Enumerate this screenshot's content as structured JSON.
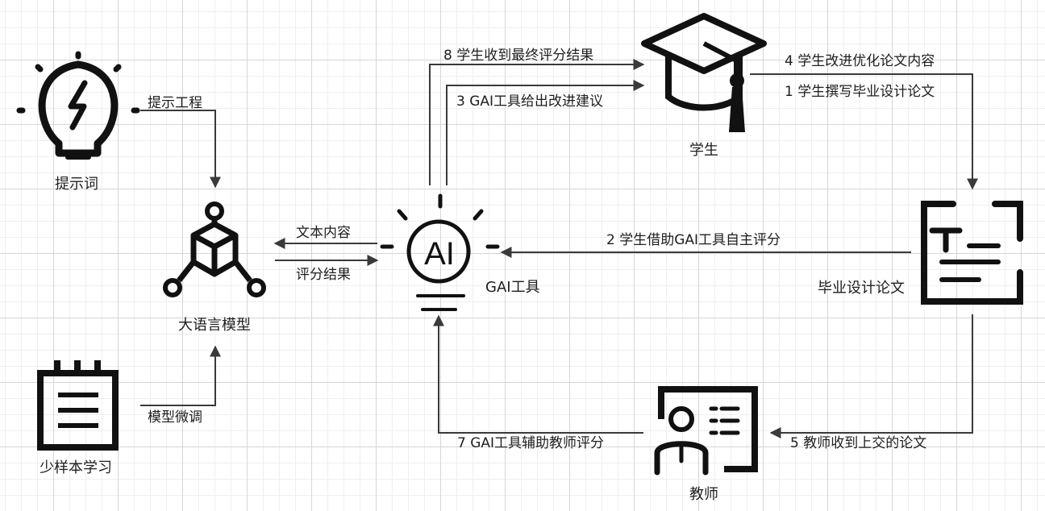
{
  "nodes": {
    "prompt": "提示词",
    "llm": "大语言模型",
    "fewshot": "少样本学习",
    "gai": "GAI工具",
    "gai_mark": "AI",
    "student": "学生",
    "thesis": "毕业设计论文",
    "teacher": "教师"
  },
  "edges": {
    "prompt_eng": "提示工程",
    "finetune": "模型微调",
    "text_content": "文本内容",
    "score_result": "评分结果",
    "step1": "1 学生撰写毕业设计论文",
    "step2": "2 学生借助GAI工具自主评分",
    "step3": "3 GAI工具给出改进建议",
    "step4": "4 学生改进优化论文内容",
    "step5": "5 教师收到上交的论文",
    "step7": "7 GAI工具辅助教师评分",
    "step8": "8 学生收到最终评分结果"
  }
}
